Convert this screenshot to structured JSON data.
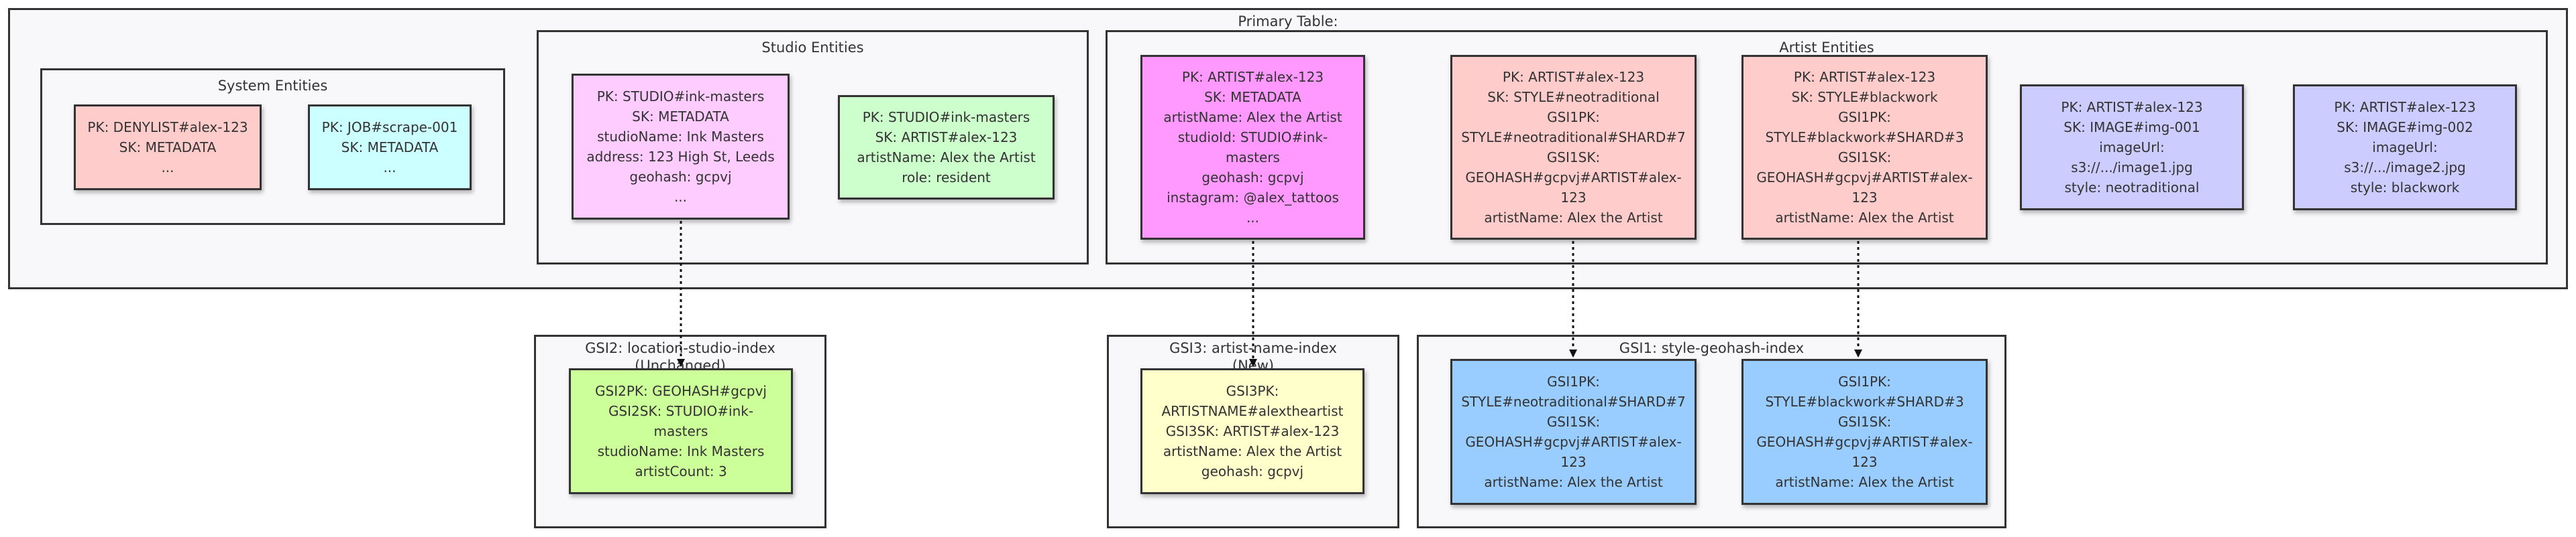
{
  "primary_table": {
    "title": "Primary Table:",
    "system": {
      "title": "System Entities",
      "denylist": [
        "PK: DENYLIST#alex-123",
        "SK: METADATA",
        "..."
      ],
      "job": [
        "PK: JOB#scrape-001",
        "SK: METADATA",
        "..."
      ]
    },
    "studio": {
      "title": "Studio Entities",
      "metadata": [
        "PK: STUDIO#ink-masters",
        "SK: METADATA",
        "studioName: Ink Masters",
        "address: 123 High St, Leeds",
        "geohash: gcpvj",
        "..."
      ],
      "artist_link": [
        "PK: STUDIO#ink-masters",
        "SK: ARTIST#alex-123",
        "artistName: Alex the Artist",
        "role: resident"
      ]
    },
    "artist": {
      "title": "Artist Entities",
      "metadata": [
        "PK: ARTIST#alex-123",
        "SK: METADATA",
        "artistName: Alex the Artist",
        "studioId: STUDIO#ink-",
        "masters",
        "geohash: gcpvj",
        "instagram: @alex_tattoos",
        "..."
      ],
      "style_neo": [
        "PK: ARTIST#alex-123",
        "SK: STYLE#neotraditional",
        "GSI1PK:",
        "STYLE#neotraditional#SHARD#7",
        "GSI1SK:",
        "GEOHASH#gcpvj#ARTIST#alex-",
        "123",
        "artistName: Alex the Artist"
      ],
      "style_black": [
        "PK: ARTIST#alex-123",
        "SK: STYLE#blackwork",
        "GSI1PK:",
        "STYLE#blackwork#SHARD#3",
        "GSI1SK:",
        "GEOHASH#gcpvj#ARTIST#alex-",
        "123",
        "artistName: Alex the Artist"
      ],
      "img1": [
        "PK: ARTIST#alex-123",
        "SK: IMAGE#img-001",
        "imageUrl:",
        "s3://.../image1.jpg",
        "style: neotraditional"
      ],
      "img2": [
        "PK: ARTIST#alex-123",
        "SK: IMAGE#img-002",
        "imageUrl:",
        "s3://.../image2.jpg",
        "style: blackwork"
      ]
    }
  },
  "gsi2": {
    "title": "GSI2: location-studio-index",
    "subtitle": "(Unchanged)",
    "item": [
      "GSI2PK: GEOHASH#gcpvj",
      "GSI2SK: STUDIO#ink-",
      "masters",
      "studioName: Ink Masters",
      "artistCount: 3"
    ]
  },
  "gsi3": {
    "title": "GSI3: artist-name-index",
    "subtitle": "(New)",
    "item": [
      "GSI3PK:",
      "ARTISTNAME#alextheartist",
      "GSI3SK: ARTIST#alex-123",
      "artistName: Alex the Artist",
      "geohash: gcpvj"
    ]
  },
  "gsi1": {
    "title": "GSI1: style-geohash-index",
    "neo": [
      "GSI1PK:",
      "STYLE#neotraditional#SHARD#7",
      "GSI1SK:",
      "GEOHASH#gcpvj#ARTIST#alex-",
      "123",
      "artistName: Alex the Artist"
    ],
    "black": [
      "GSI1PK:",
      "STYLE#blackwork#SHARD#3",
      "GSI1SK:",
      "GEOHASH#gcpvj#ARTIST#alex-",
      "123",
      "artistName: Alex the Artist"
    ]
  },
  "colors": {
    "border": "#333333",
    "cluster_fill": "#f8f8fa",
    "denylist": "#ffcccc",
    "job": "#ccffff",
    "studio_metadata": "#ffccff",
    "studio_artist": "#ccffcc",
    "artist_metadata": "#ff99ff",
    "artist_style": "#ffcccc",
    "artist_image": "#ccccff",
    "gsi1": "#99ccff",
    "gsi2": "#ccff99",
    "gsi3": "#ffffcc"
  }
}
